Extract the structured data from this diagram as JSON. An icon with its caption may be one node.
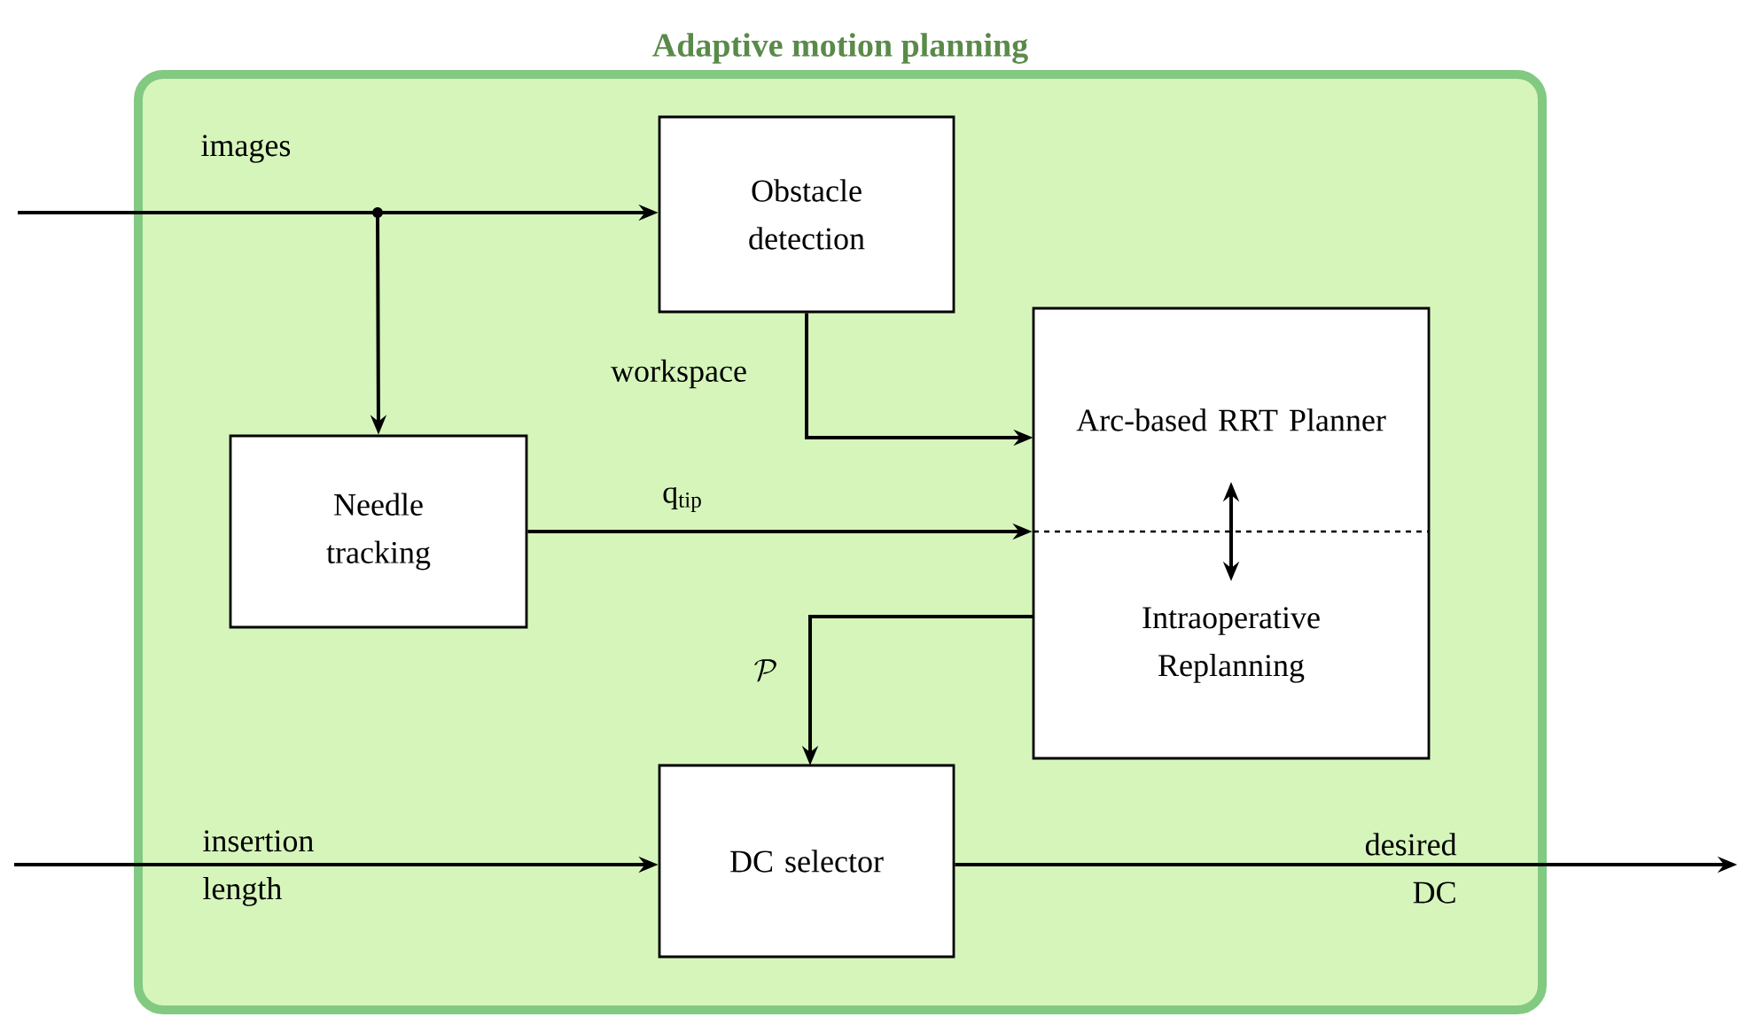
{
  "diagram": {
    "nodes": [
      {
        "text": [
          "Adaptive motion planning"
        ]
      },
      {
        "text": [
          "Obstacle detection"
        ],
        "in": 0
      },
      {
        "text": [
          "Needle tracking"
        ],
        "in": 0
      },
      {
        "text": [],
        "shape": "box",
        "in": 0
      },
      {
        "text": [
          "Arc-based RRT Planner"
        ],
        "in": 3
      },
      {
        "text": [
          "Intraoperative Replanning"
        ],
        "in": 3
      },
      {
        "text": [
          "DC selector"
        ],
        "in": 0
      }
    ],
    "edges": [
      {
        "from": null,
        "to": 1,
        "arrow": "to",
        "label": "images"
      },
      {
        "from": null,
        "to": 2,
        "arrow": "to"
      },
      {
        "from": 1,
        "to": 4,
        "arrow": "to",
        "label": "workspace"
      },
      {
        "from": 2,
        "to": 3,
        "arrow": "to",
        "label": "q$_{tip}$"
      },
      {
        "from": 4,
        "to": 5,
        "arrow": "both"
      },
      {
        "from": 5,
        "to": 6,
        "arrow": "to",
        "label": "\\mathcal{P}"
      },
      {
        "from": null,
        "to": 6,
        "arrow": "to",
        "label": "insertion length"
      },
      {
        "from": 6,
        "to": null,
        "arrow": "to",
        "label": "desired DC"
      }
    ]
  }
}
